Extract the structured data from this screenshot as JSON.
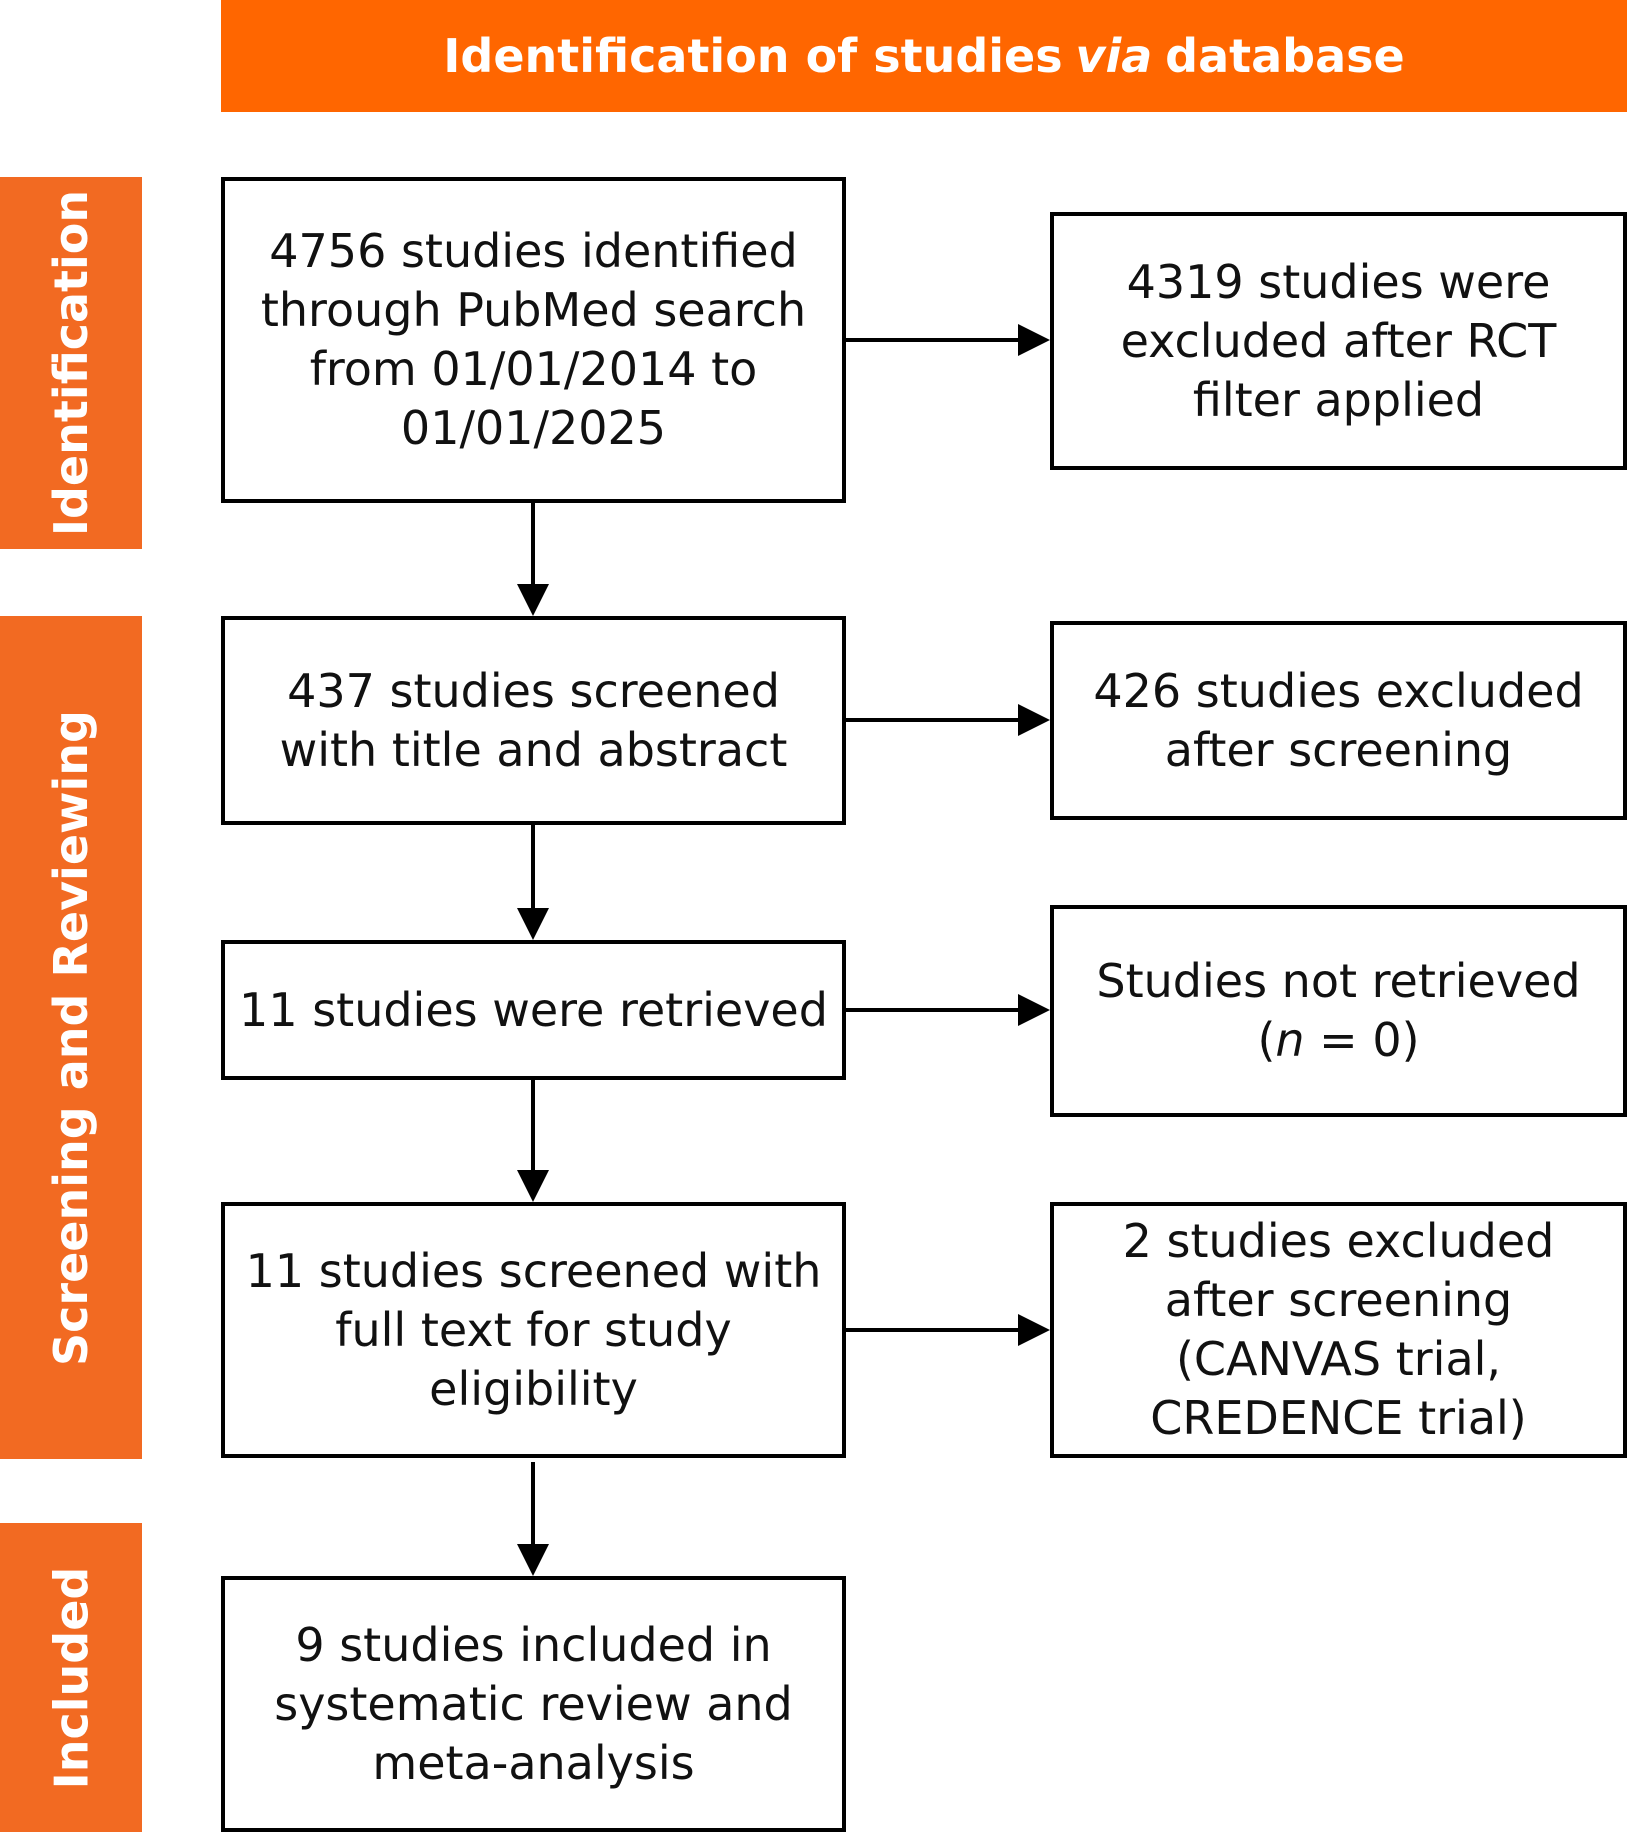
{
  "header": {
    "title_prefix": "Identification of studies",
    "title_italic": "via",
    "title_suffix": "database"
  },
  "stages": {
    "identification": "Identification",
    "screening": "Screening and Reviewing",
    "included": "Included"
  },
  "boxes": {
    "identified": "4756 studies identified through PubMed search from 01/01/2014 to 01/01/2025",
    "excluded_rct": "4319 studies were excluded after RCT filter applied",
    "screened_title": "437 studies screened with title and abstract",
    "excluded_screening": "426 studies excluded after screening",
    "retrieved": "11 studies were retrieved",
    "not_retrieved_line1": "Studies not retrieved",
    "not_retrieved_open": "(",
    "not_retrieved_n": "n",
    "not_retrieved_rest": " = 0)",
    "screened_full": "11 studies screened with full text for study eligibility",
    "excluded_full": "2 studies excluded after screening (CANVAS trial, CREDENCE trial)",
    "included": "9 studies included in systematic review and meta-analysis"
  },
  "colors": {
    "header_orange": "#FF6600",
    "stage_orange": "#F26A22",
    "border": "#000000"
  }
}
